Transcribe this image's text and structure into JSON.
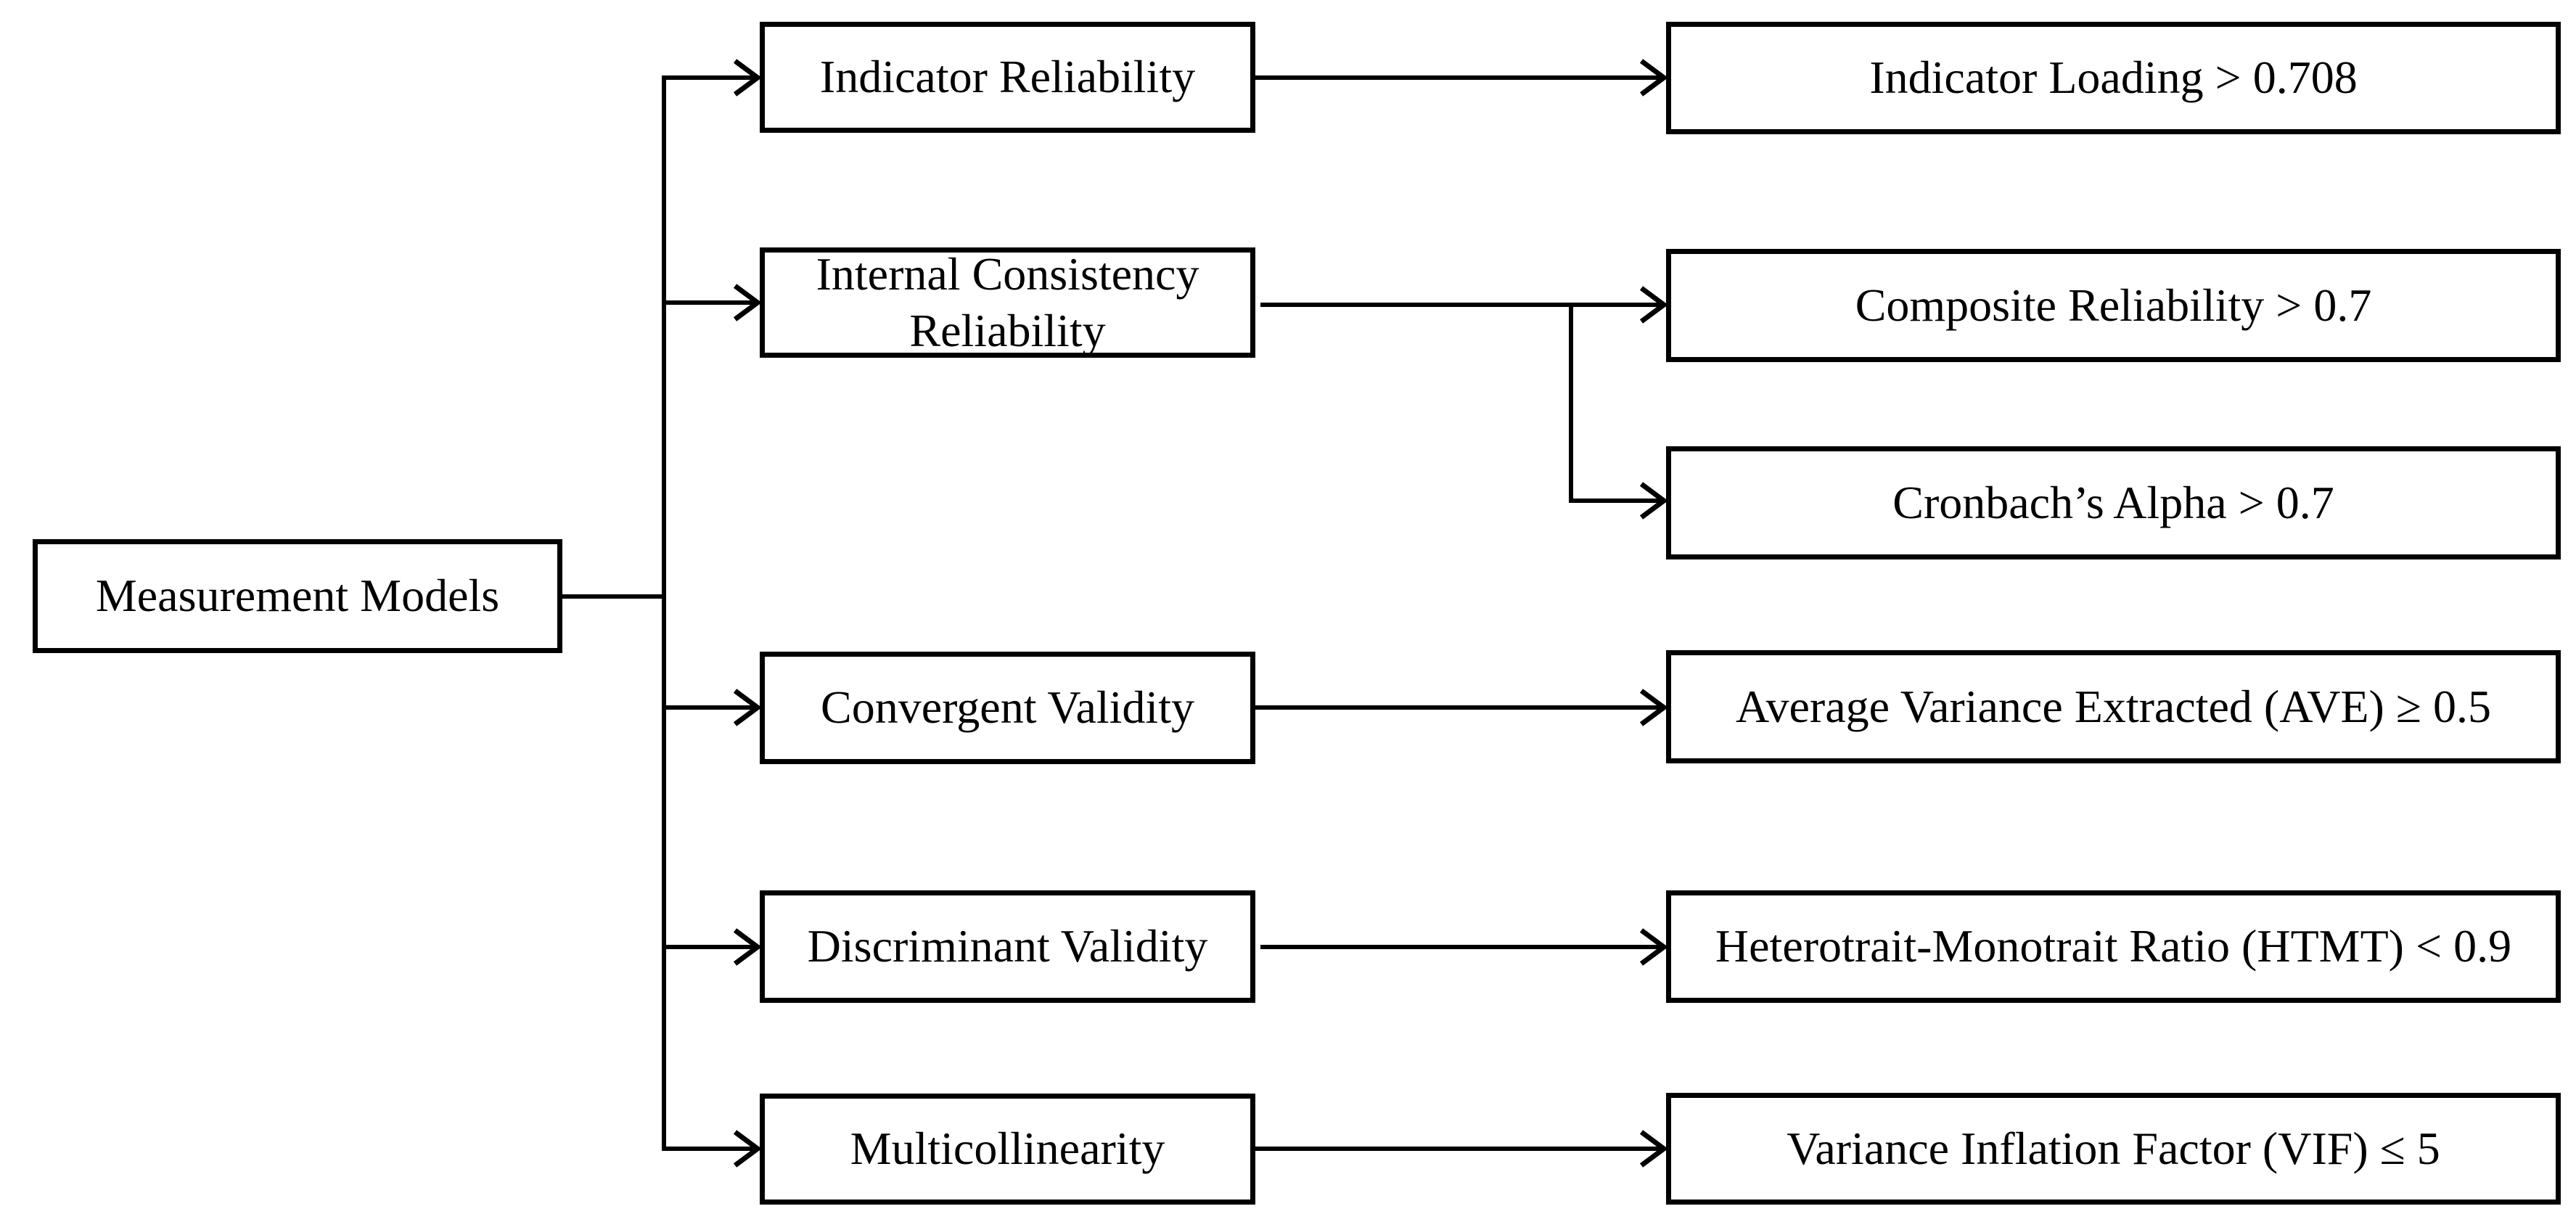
{
  "diagram": {
    "type": "flowchart",
    "background_color": "#ffffff",
    "line_color": "#000000",
    "text_color": "#000000",
    "root": {
      "label": "Measurement Models"
    },
    "categories": [
      {
        "label": "Indicator Reliability"
      },
      {
        "label": "Internal Consistency Reliability"
      },
      {
        "label": "Convergent Validity"
      },
      {
        "label": "Discriminant Validity"
      },
      {
        "label": "Multicollinearity"
      }
    ],
    "criteria": [
      {
        "label": "Indicator Loading > 0.708",
        "parent": "Indicator Reliability"
      },
      {
        "label": "Composite Reliability > 0.7",
        "parent": "Internal Consistency Reliability"
      },
      {
        "label": "Cronbach’s Alpha > 0.7",
        "parent": "Internal Consistency Reliability"
      },
      {
        "label": "Average Variance Extracted (AVE) ≥ 0.5",
        "parent": "Convergent Validity"
      },
      {
        "label": "Heterotrait-Monotrait Ratio (HTMT) < 0.9",
        "parent": "Discriminant Validity"
      },
      {
        "label": "Variance Inflation Factor (VIF) ≤ 5",
        "parent": "Multicollinearity"
      }
    ],
    "connections": [
      {
        "from": "Measurement Models",
        "to": "Indicator Reliability"
      },
      {
        "from": "Measurement Models",
        "to": "Internal Consistency Reliability"
      },
      {
        "from": "Measurement Models",
        "to": "Convergent Validity"
      },
      {
        "from": "Measurement Models",
        "to": "Discriminant Validity"
      },
      {
        "from": "Measurement Models",
        "to": "Multicollinearity"
      },
      {
        "from": "Indicator Reliability",
        "to": "Indicator Loading > 0.708"
      },
      {
        "from": "Internal Consistency Reliability",
        "to": "Composite Reliability > 0.7"
      },
      {
        "from": "Internal Consistency Reliability",
        "to": "Cronbach’s Alpha > 0.7"
      },
      {
        "from": "Convergent Validity",
        "to": "Average Variance Extracted (AVE) ≥ 0.5"
      },
      {
        "from": "Discriminant Validity",
        "to": "Heterotrait-Monotrait Ratio (HTMT) < 0.9"
      },
      {
        "from": "Multicollinearity",
        "to": "Variance Inflation Factor (VIF) ≤ 5"
      }
    ]
  }
}
